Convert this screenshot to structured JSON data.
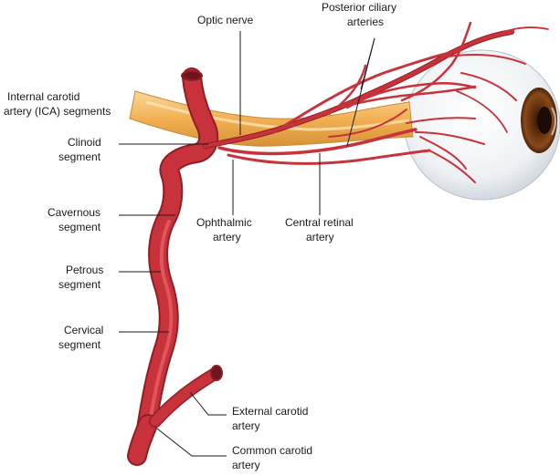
{
  "labels": {
    "optic_nerve": "Optic nerve",
    "posterior_ciliary_1": "Posterior ciliary",
    "posterior_ciliary_2": "arteries",
    "ica_1": "Internal carotid",
    "ica_2": "artery (ICA) segments",
    "clinoid_1": "Clinoid",
    "clinoid_2": "segment",
    "cavernous_1": "Cavernous",
    "cavernous_2": "segment",
    "petrous_1": "Petrous",
    "petrous_2": "segment",
    "cervical_1": "Cervical",
    "cervical_2": "segment",
    "ophthalmic_1": "Ophthalmic",
    "ophthalmic_2": "artery",
    "central_retinal_1": "Central retinal",
    "central_retinal_2": "artery",
    "external_carotid_1": "External carotid",
    "external_carotid_2": "artery",
    "common_carotid_1": "Common carotid",
    "common_carotid_2": "artery"
  },
  "colors": {
    "artery": "#c8323a",
    "artery_dark": "#8f1f26",
    "artery_highlight": "#e9656b",
    "nerve": "#f2b154",
    "nerve_light": "#f9d79a",
    "eyeball": "#eef1f4",
    "iris": "#7a3e12",
    "pupil": "#1a0c05"
  }
}
